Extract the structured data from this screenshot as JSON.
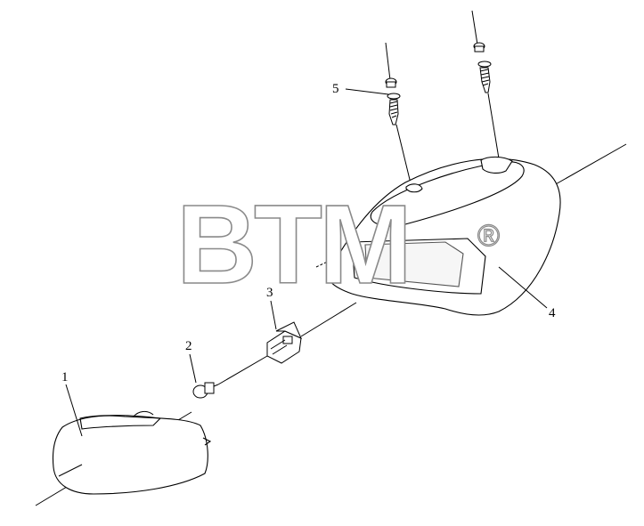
{
  "watermark": {
    "text": "BTM",
    "registered": "®"
  },
  "callouts": [
    {
      "id": "1",
      "label": "1"
    },
    {
      "id": "2",
      "label": "2"
    },
    {
      "id": "3",
      "label": "3"
    },
    {
      "id": "4",
      "label": "4"
    },
    {
      "id": "5",
      "label": "5"
    }
  ]
}
